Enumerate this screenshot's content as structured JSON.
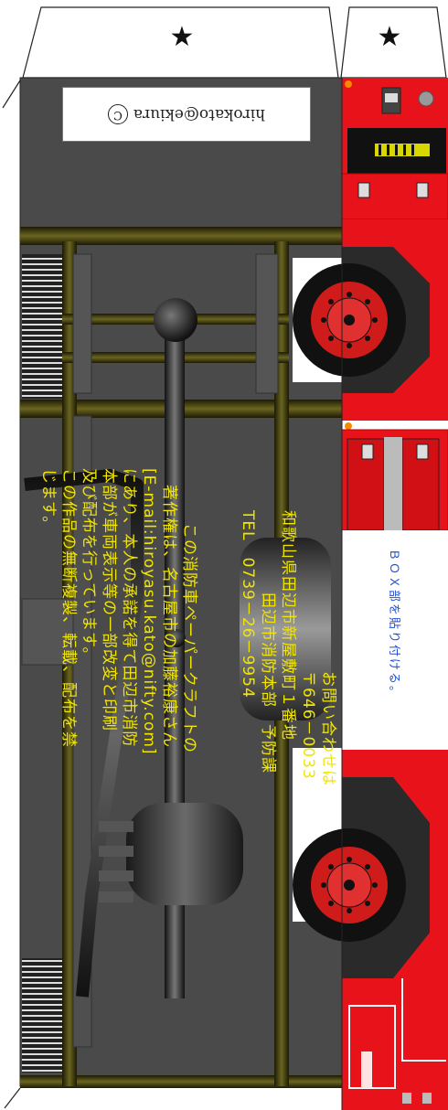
{
  "copyright": {
    "symbol": "C",
    "text": "hirokato@ekiura"
  },
  "credit_block": {
    "lines": [
      "この消防車ペーパークラフトの",
      "著作権は、名古屋市の加藤裕康さん",
      "[E-mail:hiroyasu.kato@nifty.com]",
      "にあり、本人の承諾を得て田辺市消防",
      "本部が車両表示等の一部改変と印刷",
      "及び配布を行っています。",
      "この作品の無断複製、転載、配布を禁",
      "じます。"
    ]
  },
  "contact_block": {
    "lines": [
      "お問い合わせは",
      "〒646－0033",
      "和歌山県田辺市新屋敷町１番地",
      "田辺市消防本部　予防課",
      "TEL　0739－26－9954"
    ]
  },
  "box_note": "ＢＯＸ部を貼り付ける。",
  "colors": {
    "chassis": "#4a4a4a",
    "rail": "#3e3a0e",
    "truck_red": "#e8121a",
    "text_yellow": "#f2e600",
    "note_blue": "#1f4fd8"
  },
  "icons": [
    "star-icon",
    "star-icon"
  ]
}
